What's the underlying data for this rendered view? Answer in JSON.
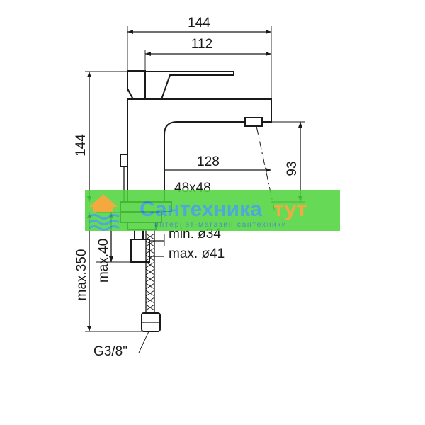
{
  "dimensions": {
    "overall_width": "144",
    "spout_reach": "112",
    "overall_height": "144",
    "outlet_reach": "128",
    "outlet_height": "93",
    "base_size": "48x48",
    "min_hole": "min. ø34",
    "max_hole": "max. ø41",
    "max_hose": "max.350",
    "max_deck": "max.40",
    "connection": "G3/8\""
  },
  "watermark": {
    "brand_main": "Сантехника",
    "brand_accent": "тут",
    "tagline": "интернет-магазин сантехники",
    "band_color": "#4cd43a",
    "brand_color": "#2f9bd6",
    "accent_color": "#f29a1f"
  }
}
